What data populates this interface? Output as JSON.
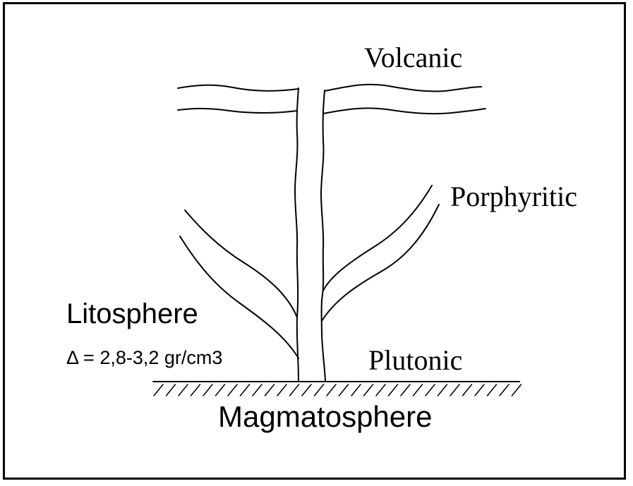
{
  "diagram": {
    "labels": {
      "volcanic": "Volcanic",
      "porphyritic": "Porphyritic",
      "plutonic": "Plutonic",
      "litosphere": "Litosphere",
      "density": "Δ = 2,8-3,2 gr/cm3",
      "magmatosphere": "Magmatosphere"
    }
  }
}
